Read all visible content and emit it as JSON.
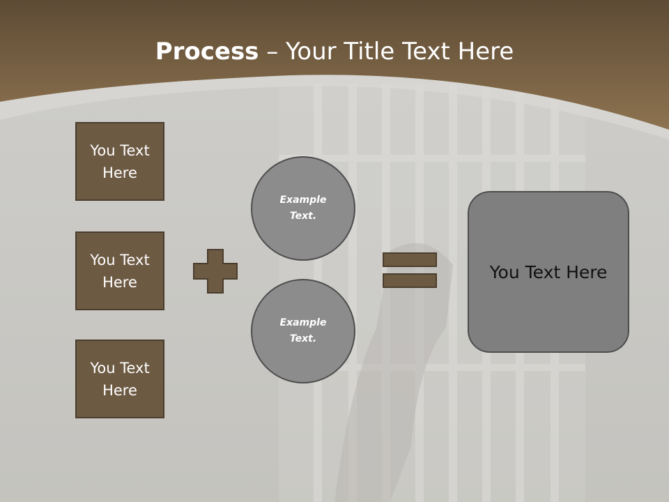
{
  "slide": {
    "title_bold": "Process",
    "title_rest": " – Your Title Text Here"
  },
  "left_boxes": [
    {
      "label": "You Text Here"
    },
    {
      "label": "You Text Here"
    },
    {
      "label": "You Text Here"
    }
  ],
  "circles": [
    {
      "label": "Example Text."
    },
    {
      "label": "Example Text."
    }
  ],
  "result_box": {
    "label": "You Text Here"
  },
  "colors": {
    "header_brown": "#7a6243",
    "box_brown": "#6d5a43",
    "circle_gray": "#8c8c8c",
    "result_gray": "#7f7f7f",
    "background_gray": "#c9c8c4"
  },
  "icons": {
    "operator_plus": "plus-icon",
    "operator_equals": "equals-icon"
  }
}
